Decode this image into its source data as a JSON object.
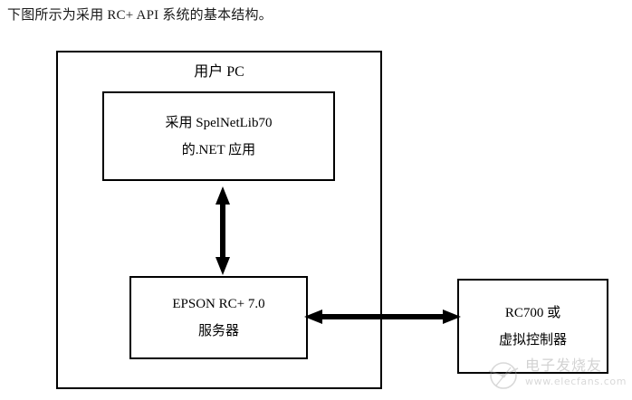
{
  "caption": {
    "text": "下图所示为采用 RC+ API 系统的基本结构。"
  },
  "diagram": {
    "pc_container": {
      "title": "用户 PC"
    },
    "nodes": {
      "dotnet_app": {
        "line1": "采用 SpelNetLib70",
        "line2": "的.NET 应用"
      },
      "rc_server": {
        "line1": "EPSON RC+ 7.0",
        "line2": "服务器"
      },
      "controller": {
        "line1": "RC700 或",
        "line2": "虚拟控制器"
      }
    },
    "connectors": {
      "app_to_server": "double-arrow-vertical",
      "server_to_controller": "double-arrow-horizontal"
    },
    "colors": {
      "stroke": "#000000",
      "background": "#ffffff",
      "watermark": "#9a9a9a"
    }
  },
  "watermark": {
    "brand": "电子发烧友",
    "url": "www.elecfans.com"
  }
}
